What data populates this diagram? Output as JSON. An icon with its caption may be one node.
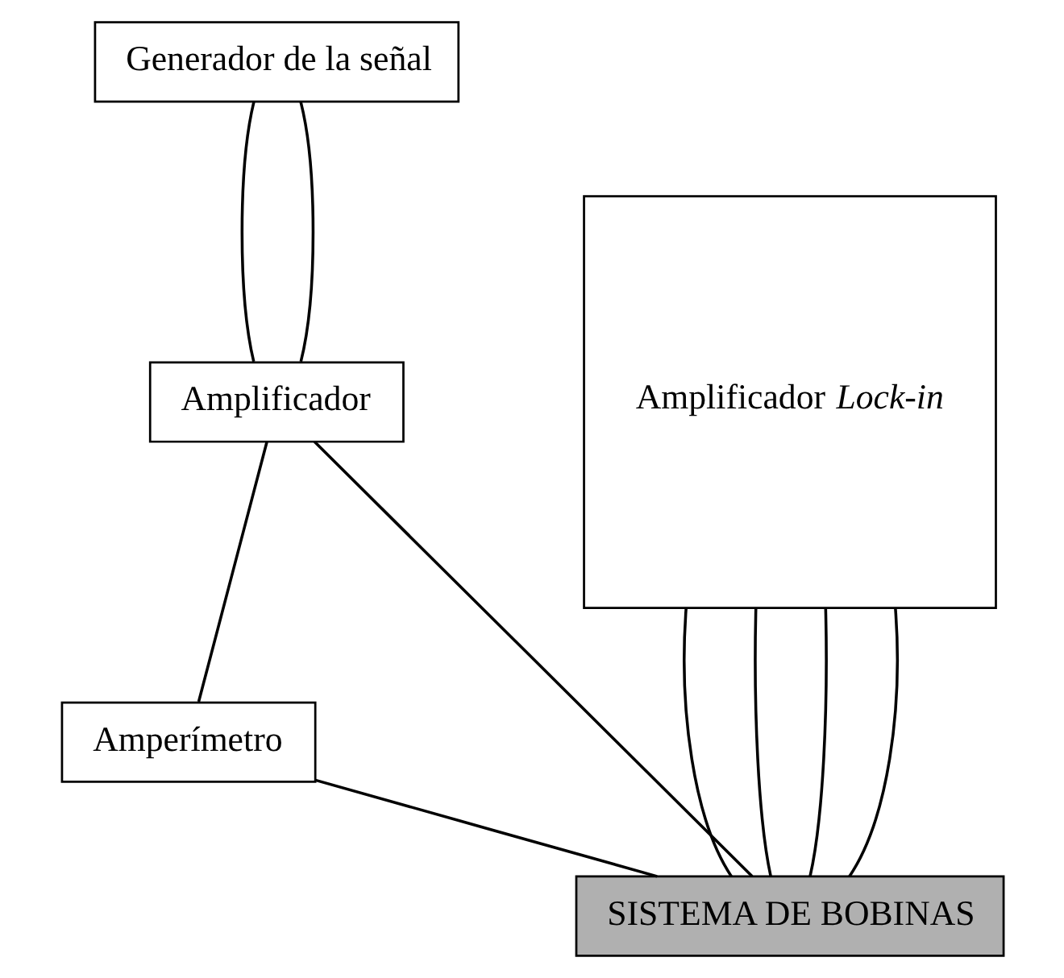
{
  "diagram": {
    "nodes": [
      {
        "text": [
          "Generador de la señal"
        ]
      },
      {
        "text": [
          "Amplificador"
        ]
      },
      {
        "text": [
          "Amperímetro"
        ]
      },
      {
        "text": [
          "Amplificador *Lock-in*"
        ]
      },
      {
        "text": [
          "SISTEMA DE BOBINAS"
        ]
      }
    ],
    "edges": [
      {
        "from": 0,
        "to": 1,
        "arrow": "none"
      },
      {
        "from": 0,
        "to": 1,
        "arrow": "none"
      },
      {
        "from": 1,
        "to": 2,
        "arrow": "none"
      },
      {
        "from": 2,
        "to": 4,
        "arrow": "none"
      },
      {
        "from": 1,
        "to": 4,
        "arrow": "none"
      },
      {
        "from": 3,
        "to": 4,
        "arrow": "none"
      },
      {
        "from": 3,
        "to": 4,
        "arrow": "none"
      },
      {
        "from": 3,
        "to": 4,
        "arrow": "none"
      },
      {
        "from": 3,
        "to": 4,
        "arrow": "none"
      }
    ]
  }
}
